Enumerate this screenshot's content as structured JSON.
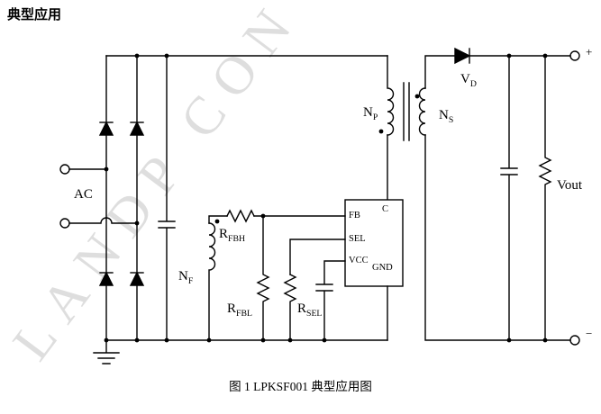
{
  "page": {
    "title": "典型应用",
    "caption": "图 1  LPKSF001 典型应用图",
    "watermark": "LANDP CON"
  },
  "schematic": {
    "ac_label": "AC",
    "vout_label": "Vout",
    "plus": "+",
    "minus": "−",
    "windings": {
      "primary": {
        "base": "N",
        "sub": "P"
      },
      "secondary": {
        "base": "N",
        "sub": "S"
      },
      "aux": {
        "base": "N",
        "sub": "F"
      }
    },
    "diode_vd": {
      "base": "V",
      "sub": "D"
    },
    "resistors": {
      "rfbh": {
        "base": "R",
        "sub": "FBH"
      },
      "rfbl": {
        "base": "R",
        "sub": "FBL"
      },
      "rsel": {
        "base": "R",
        "sub": "SEL"
      }
    },
    "ic": {
      "pin_c": "C",
      "pin_fb": "FB",
      "pin_sel": "SEL",
      "pin_vcc": "VCC",
      "pin_gnd": "GND"
    }
  },
  "colors": {
    "wire": "#000000",
    "watermark": "rgba(0,0,0,0.13)",
    "background": "#ffffff"
  }
}
